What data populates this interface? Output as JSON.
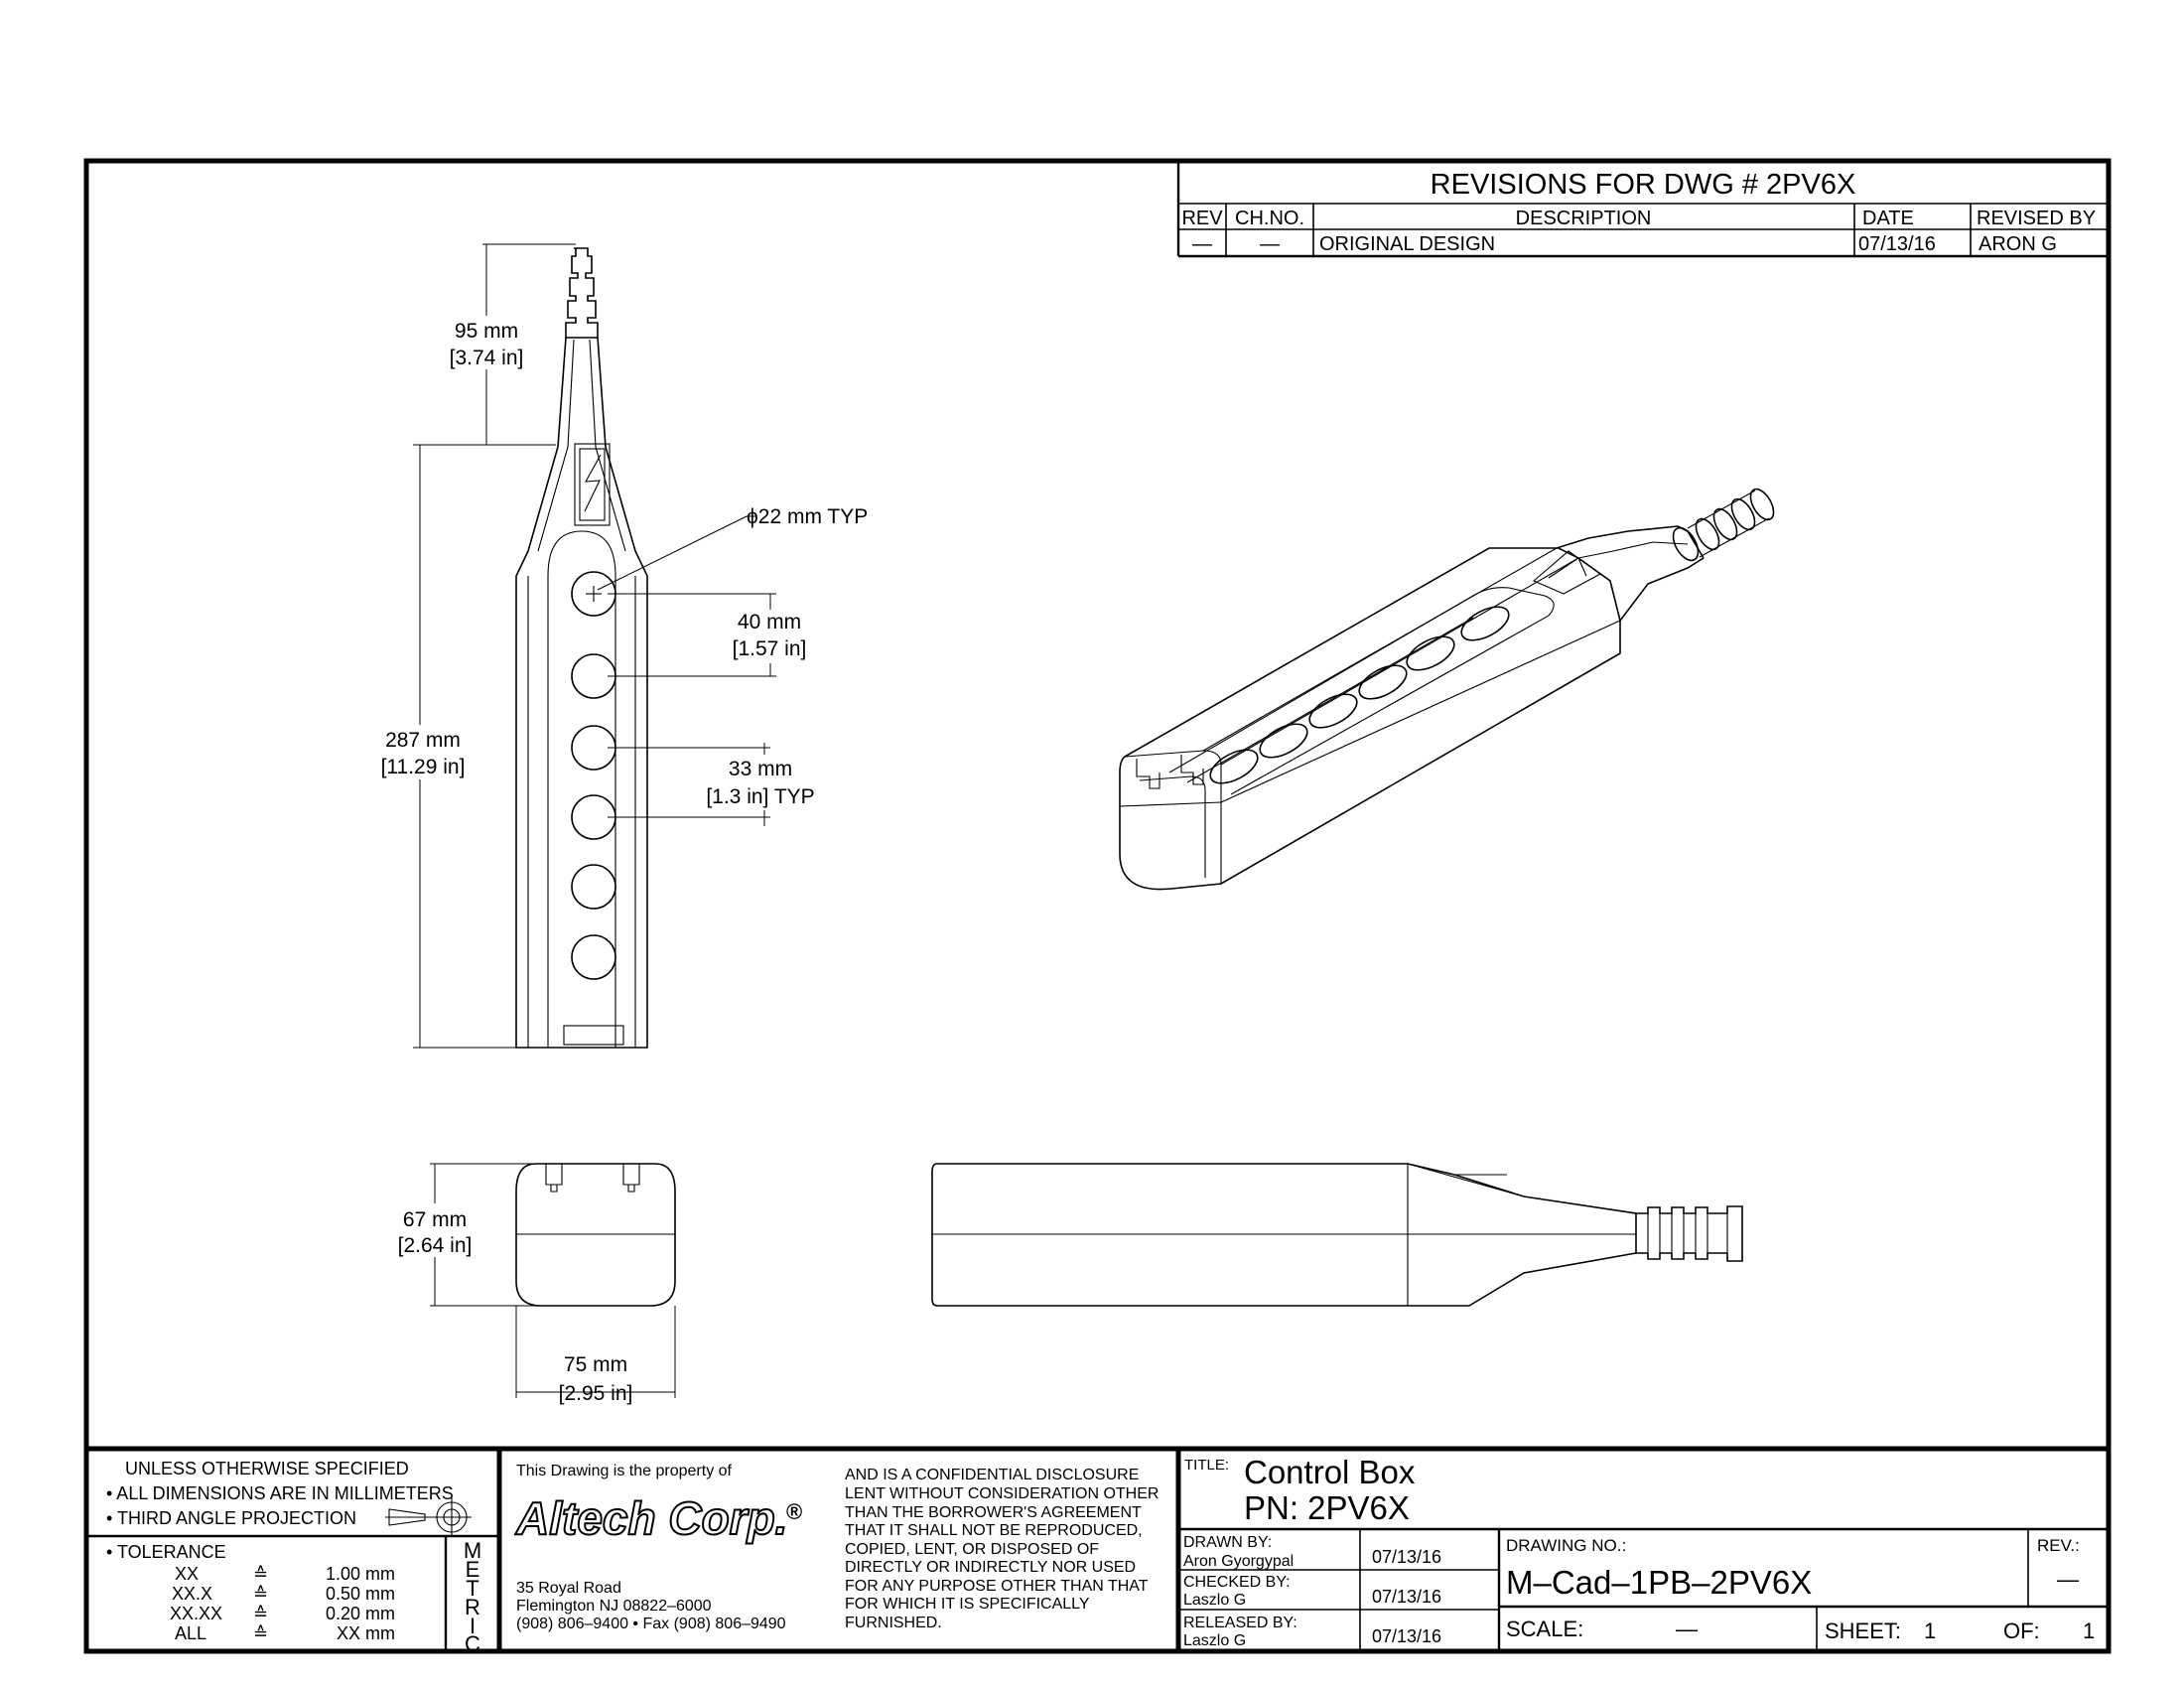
{
  "revisions": {
    "header": "REVISIONS FOR DWG #  2PV6X",
    "columns": [
      "REV",
      "CH.NO.",
      "DESCRIPTION",
      "DATE",
      "REVISED BY"
    ],
    "rows": [
      [
        "—",
        "—",
        "ORIGINAL  DESIGN",
        "07/13/16",
        "ARON  G"
      ]
    ]
  },
  "dimensions": {
    "neck_length": {
      "mm": "95 mm",
      "in": "[3.74 in]"
    },
    "body_length": {
      "mm": "287 mm",
      "in": "[11.29 in]"
    },
    "hole_diameter": "ϕ22 mm TYP",
    "hole_pitch": {
      "mm": "40 mm",
      "in": "[1.57 in]"
    },
    "hole_spacing": {
      "mm": "33 mm",
      "in": "[1.3 in] TYP"
    },
    "depth": {
      "mm": "67 mm",
      "in": "[2.64 in]"
    },
    "width": {
      "mm": "75 mm",
      "in": "[2.95 in]"
    }
  },
  "notes": {
    "unless": "UNLESS  OTHERWISE  SPECIFIED",
    "dims": "• ALL  DIMENSIONS  ARE  IN  MILLIMETERS",
    "projection": "• THIRD  ANGLE  PROJECTION",
    "tolerance_label": "• TOLERANCE",
    "tolerance": [
      {
        "fmt": "XX",
        "sym": "≙",
        "val": "1.00 mm"
      },
      {
        "fmt": "XX.X",
        "sym": "≙",
        "val": "0.50 mm"
      },
      {
        "fmt": "XX.XX",
        "sym": "≙",
        "val": "0.20 mm"
      },
      {
        "fmt": "ALL",
        "sym": "≙",
        "val": "XX mm"
      }
    ],
    "metric": [
      "M",
      "E",
      "T",
      "R",
      "I",
      "C"
    ]
  },
  "company": {
    "property_text": "This  Drawing  is  the  property  of",
    "name": "Altech Corp.",
    "mark": "®",
    "address1": "35  Royal  Road",
    "address2": "Flemington  NJ  08822–6000",
    "phone": "(908)  806–9400 • Fax  (908)  806–9490",
    "disclosure": [
      "AND  IS  A  CONFIDENTIAL  DISCLOSURE",
      "LENT  WITHOUT  CONSIDERATION  OTHER",
      "THAN  THE  BORROWER'S  AGREEMENT",
      "THAT  IT  SHALL  NOT  BE  REPRODUCED,",
      "COPIED,  LENT,  OR  DISPOSED  OF",
      "DIRECTLY  OR  INDIRECTLY  NOR  USED",
      "FOR  ANY  PURPOSE  OTHER  THAN  THAT",
      "FOR  WHICH  IT  IS  SPECIFICALLY",
      "FURNISHED."
    ]
  },
  "title_block": {
    "title_label": "TITLE:",
    "title": "Control  Box",
    "pn": "PN:  2PV6X",
    "drawn_label": "DRAWN  BY:",
    "drawn_by": "Aron  Gyorgypal",
    "drawn_date": "07/13/16",
    "checked_label": "CHECKED  BY:",
    "checked_by": "Laszlo  G",
    "checked_date": "07/13/16",
    "released_label": "RELEASED  BY:",
    "released_by": "Laszlo  G",
    "released_date": "07/13/16",
    "drawing_no_label": "DRAWING  NO.:",
    "drawing_no": "M–Cad–1PB–2PV6X",
    "rev_label": "REV.:",
    "rev": "—",
    "scale_label": "SCALE:",
    "scale": "—",
    "sheet_label": "SHEET:",
    "sheet": "1",
    "of_label": "OF:",
    "of": "1"
  }
}
